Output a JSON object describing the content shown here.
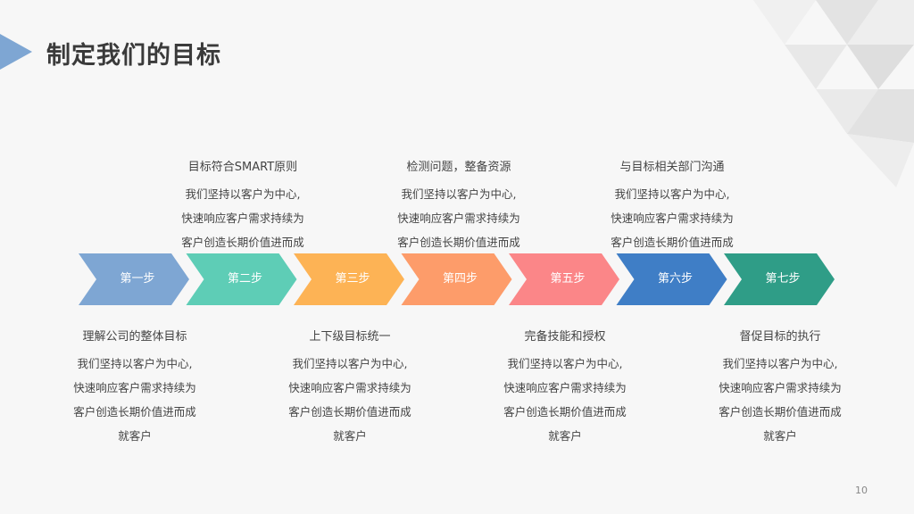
{
  "title": "制定我们的目标",
  "page_number": "10",
  "steps": [
    {
      "label": "第一步",
      "color": "#7ea6d3"
    },
    {
      "label": "第二步",
      "color": "#5ecdb6"
    },
    {
      "label": "第三步",
      "color": "#fdb355"
    },
    {
      "label": "第四步",
      "color": "#fd9c6a"
    },
    {
      "label": "第五步",
      "color": "#fb8688"
    },
    {
      "label": "第六步",
      "color": "#3f7ec6"
    },
    {
      "label": "第七步",
      "color": "#2f9d87"
    }
  ],
  "top_blocks": [
    {
      "heading": "目标符合SMART原则",
      "lines": [
        "我们坚持以客户为中心,",
        "快速响应客户需求持续为",
        "客户创造长期价值进而成"
      ]
    },
    {
      "heading": "检测问题，整备资源",
      "lines": [
        "我们坚持以客户为中心,",
        "快速响应客户需求持续为",
        "客户创造长期价值进而成"
      ]
    },
    {
      "heading": "与目标相关部门沟通",
      "lines": [
        "我们坚持以客户为中心,",
        "快速响应客户需求持续为",
        "客户创造长期价值进而成"
      ]
    }
  ],
  "bottom_blocks": [
    {
      "heading": "理解公司的整体目标",
      "lines": [
        "我们坚持以客户为中心,",
        "快速响应客户需求持续为",
        "客户创造长期价值进而成",
        "就客户"
      ]
    },
    {
      "heading": "上下级目标统一",
      "lines": [
        "我们坚持以客户为中心,",
        "快速响应客户需求持续为",
        "客户创造长期价值进而成",
        "就客户"
      ]
    },
    {
      "heading": "完备技能和授权",
      "lines": [
        "我们坚持以客户为中心,",
        "快速响应客户需求持续为",
        "客户创造长期价值进而成",
        "就客户"
      ]
    },
    {
      "heading": "督促目标的执行",
      "lines": [
        "我们坚持以客户为中心,",
        "快速响应客户需求持续为",
        "客户创造长期价值进而成",
        "就客户"
      ]
    }
  ]
}
